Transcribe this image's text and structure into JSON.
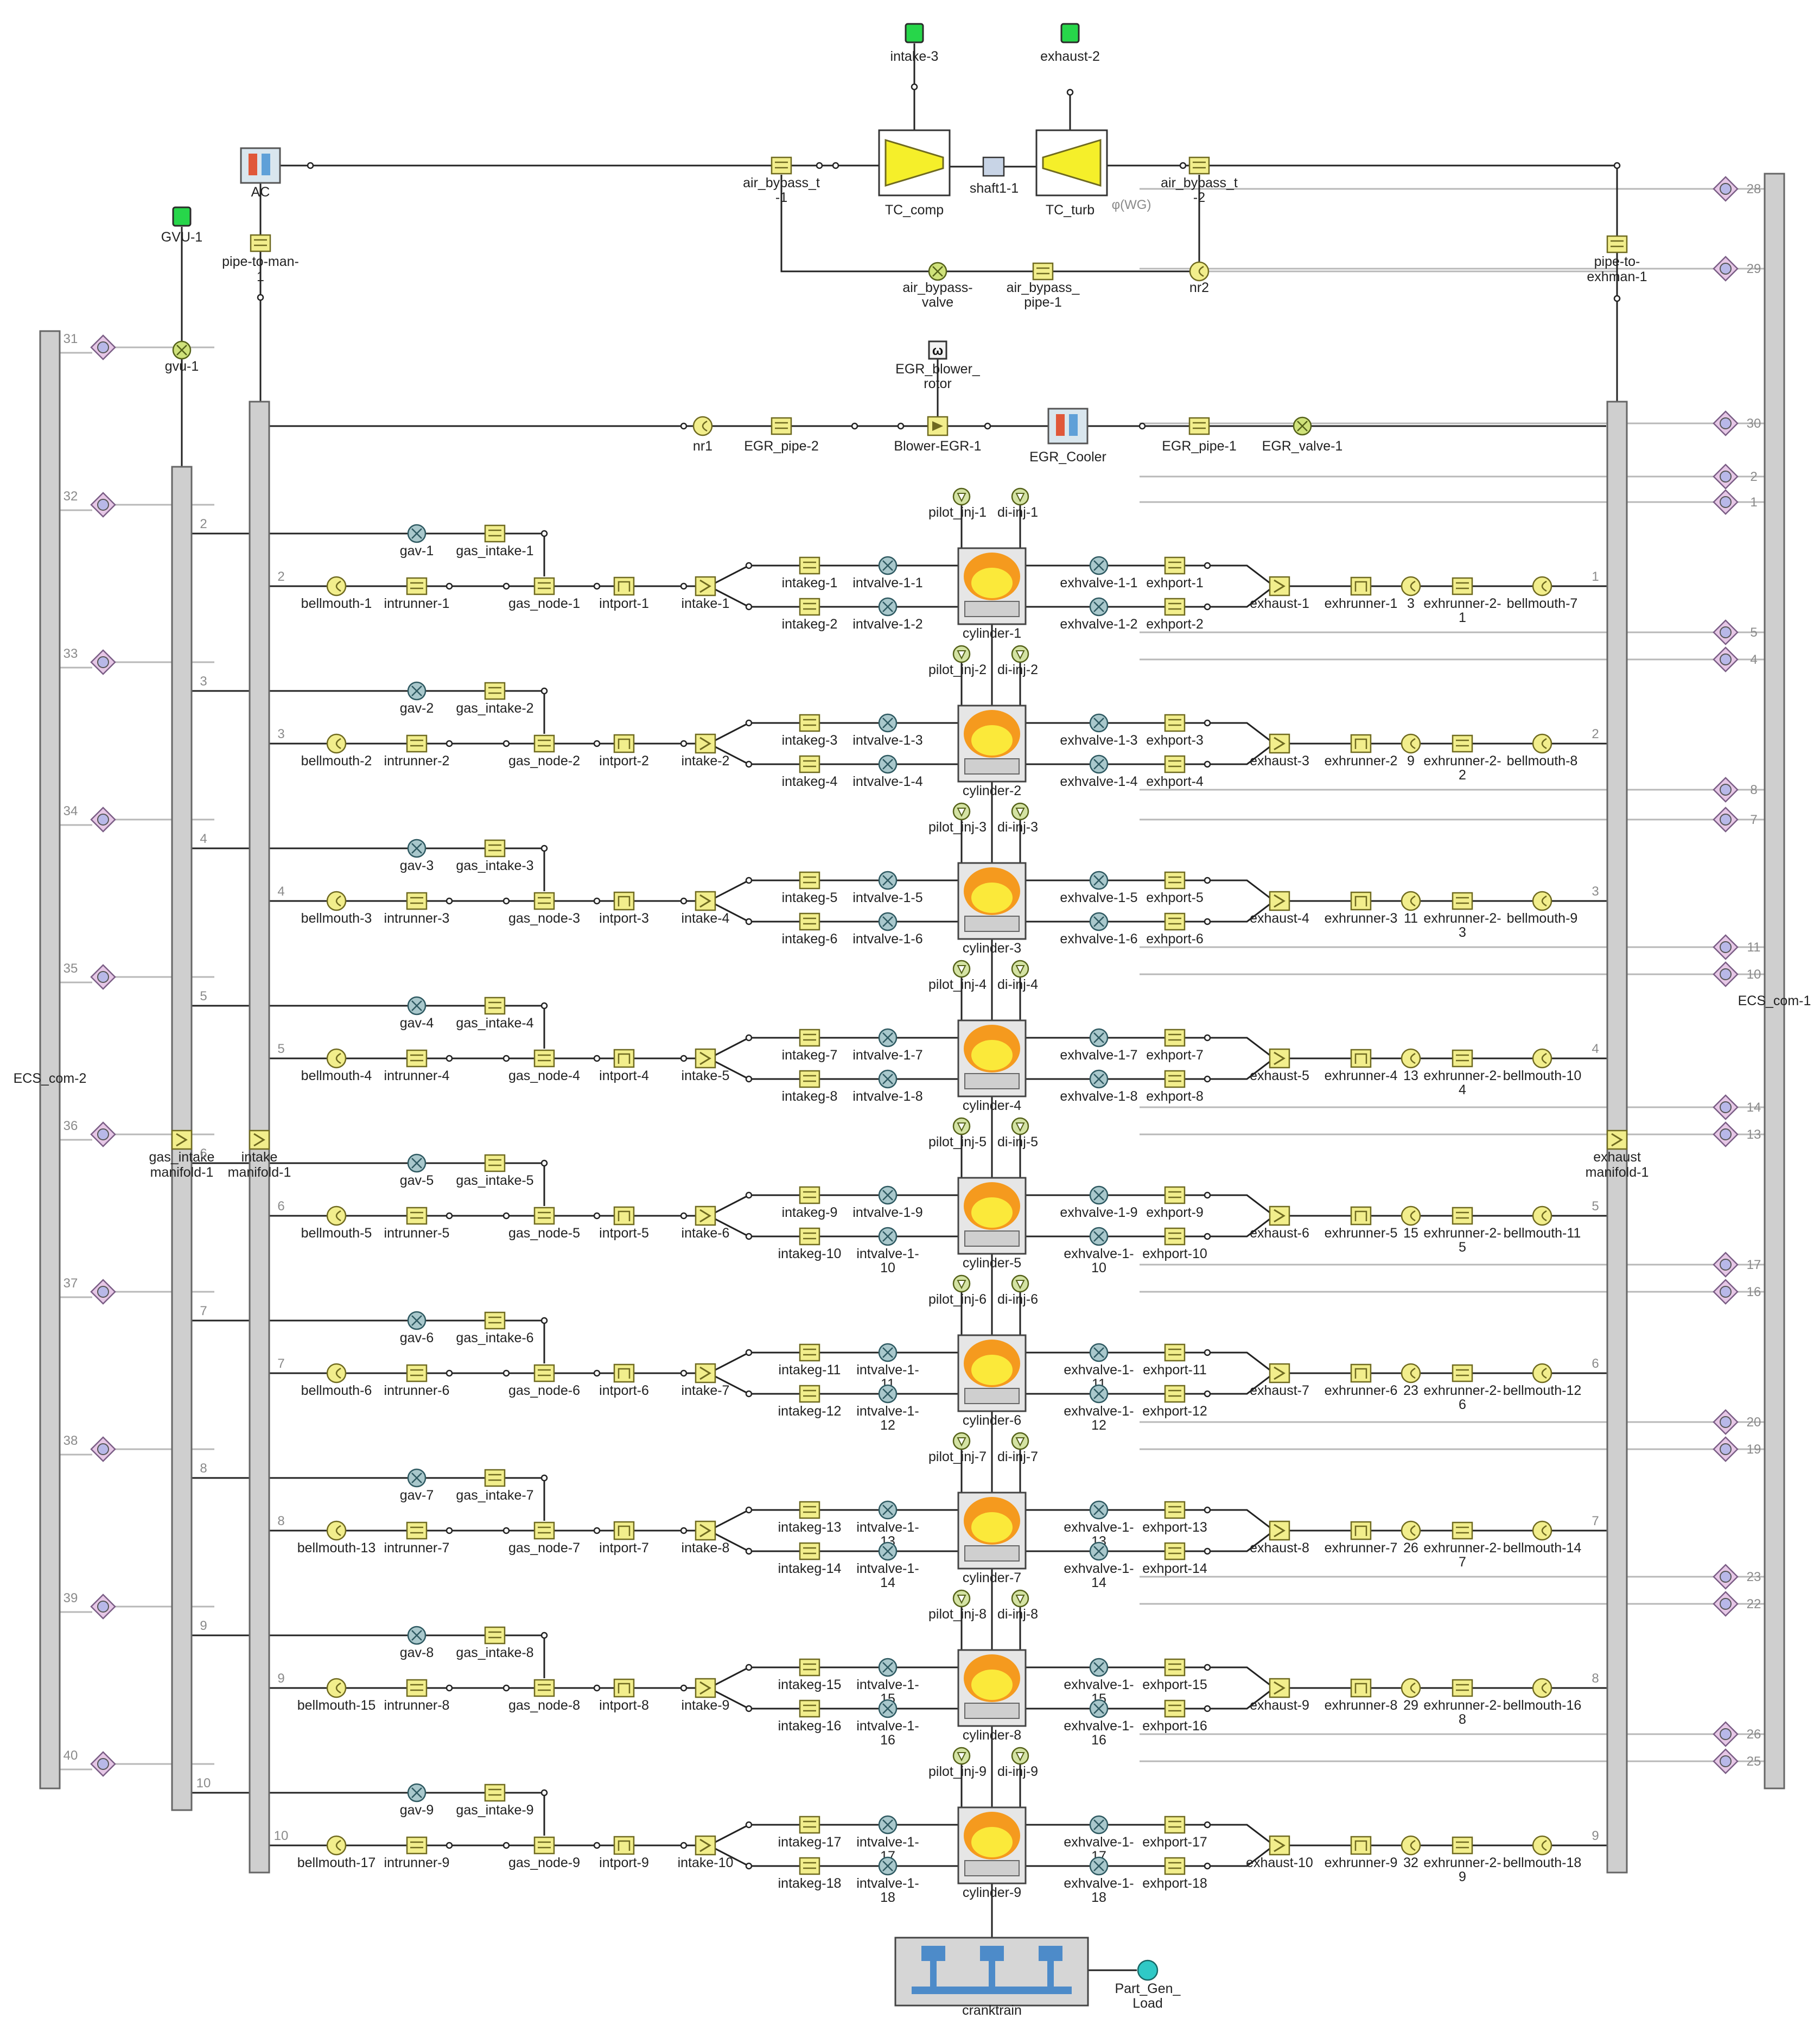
{
  "colors": {
    "component_yellow": "#f2ee8c",
    "component_outline": "#6f6a20",
    "valve_fill": "#a9c8cc",
    "manifold_gray": "#cfcfcf",
    "environment_green": "#27d64a",
    "cylinder_flame": "#f59a1e",
    "ecs_pink": "#e6c7e6",
    "turbo_yellow": "#f5ef2a"
  },
  "top": {
    "intake": "intake-3",
    "exhaust": "exhaust-2",
    "compressor": "TC_comp",
    "shaft": "shaft1-1",
    "turbine": "TC_turb",
    "wg": "φ(WG)",
    "bypass_left_1": "air_bypass_t",
    "bypass_left_2": "-1",
    "bypass_right_1": "air_bypass_t",
    "bypass_right_2": "-2",
    "ac": "AC",
    "gvu": "GVU-1",
    "gvu_valve": "gvu-1",
    "pipe_to_man_1": "pipe-to-man-",
    "pipe_to_man_2": "1",
    "bypass_valve_1": "air_bypass-",
    "bypass_valve_2": "valve",
    "bypass_pipe_1": "air_bypass_",
    "bypass_pipe_2": "pipe-1",
    "nr2": "nr2",
    "pipe_exh_1": "pipe-to-",
    "pipe_exh_2": "exhman-1"
  },
  "egr": {
    "rotor_1": "EGR_blower_",
    "rotor_2": "rotor",
    "nr1": "nr1",
    "pipe2": "EGR_pipe-2",
    "blower": "Blower-EGR-1",
    "cooler": "EGR_Cooler",
    "pipe1": "EGR_pipe-1",
    "valve": "EGR_valve-1"
  },
  "manifolds": {
    "gas_1": "gas_intake",
    "gas_2": "manifold-1",
    "intake_1": "intake",
    "intake_2": "manifold-1",
    "exhaust_1": "exhaust",
    "exhaust_2": "manifold-1",
    "ecs_left": "ECS_com-2",
    "ecs_right": "ECS_com-1"
  },
  "left_ports": [
    "31",
    "32",
    "33",
    "34",
    "35",
    "36",
    "37",
    "38",
    "39",
    "40"
  ],
  "right_ports": [
    "28",
    "29",
    "30",
    "2",
    "1",
    "5",
    "4",
    "8",
    "7",
    "11",
    "10",
    "14",
    "13",
    "17",
    "16",
    "20",
    "19",
    "23",
    "22",
    "26",
    "25"
  ],
  "bottom": {
    "cranktrain": "cranktrain",
    "load_1": "Part_Gen_",
    "load_2": "Load"
  },
  "cylinders": [
    {
      "n": "1",
      "gav": "gav-1",
      "gas_intake": "gas_intake-1",
      "bellmouth": "bellmouth-1",
      "intrunner": "intrunner-1",
      "gas_node": "gas_node-1",
      "intport": "intport-1",
      "intake": "intake-1",
      "intake_a": "intakeg-1",
      "intake_b": "intakeg-2",
      "intvalve_a1": "intvalve-1-1",
      "intvalve_a2": "",
      "intvalve_b1": "intvalve-1-2",
      "intvalve_b2": "",
      "pilot": "pilot_inj-1",
      "di": "di-inj-1",
      "cylinder": "cylinder-1",
      "exhvalve_a1": "exhvalve-1-1",
      "exhvalve_a2": "",
      "exhvalve_b1": "exhvalve-1-2",
      "exhvalve_b2": "",
      "exhport_a": "exhport-1",
      "exhport_b": "exhport-2",
      "exhaust": "exhaust-1",
      "exhrunner": "exhrunner-1",
      "node": "3",
      "exhrunner2_1": "exhrunner-2-",
      "exhrunner2_2": "1",
      "bellmouth_out": "bellmouth-7",
      "mport": "2",
      "export": "1"
    },
    {
      "n": "2",
      "gav": "gav-2",
      "gas_intake": "gas_intake-2",
      "bellmouth": "bellmouth-2",
      "intrunner": "intrunner-2",
      "gas_node": "gas_node-2",
      "intport": "intport-2",
      "intake": "intake-2",
      "intake_a": "intakeg-3",
      "intake_b": "intakeg-4",
      "intvalve_a1": "intvalve-1-3",
      "intvalve_a2": "",
      "intvalve_b1": "intvalve-1-4",
      "intvalve_b2": "",
      "pilot": "pilot_inj-2",
      "di": "di-inj-2",
      "cylinder": "cylinder-2",
      "exhvalve_a1": "exhvalve-1-3",
      "exhvalve_a2": "",
      "exhvalve_b1": "exhvalve-1-4",
      "exhvalve_b2": "",
      "exhport_a": "exhport-3",
      "exhport_b": "exhport-4",
      "exhaust": "exhaust-3",
      "exhrunner": "exhrunner-2",
      "node": "9",
      "exhrunner2_1": "exhrunner-2-",
      "exhrunner2_2": "2",
      "bellmouth_out": "bellmouth-8",
      "mport": "3",
      "export": "2"
    },
    {
      "n": "3",
      "gav": "gav-3",
      "gas_intake": "gas_intake-3",
      "bellmouth": "bellmouth-3",
      "intrunner": "intrunner-3",
      "gas_node": "gas_node-3",
      "intport": "intport-3",
      "intake": "intake-4",
      "intake_a": "intakeg-5",
      "intake_b": "intakeg-6",
      "intvalve_a1": "intvalve-1-5",
      "intvalve_a2": "",
      "intvalve_b1": "intvalve-1-6",
      "intvalve_b2": "",
      "pilot": "pilot_inj-3",
      "di": "di-inj-3",
      "cylinder": "cylinder-3",
      "exhvalve_a1": "exhvalve-1-5",
      "exhvalve_a2": "",
      "exhvalve_b1": "exhvalve-1-6",
      "exhvalve_b2": "",
      "exhport_a": "exhport-5",
      "exhport_b": "exhport-6",
      "exhaust": "exhaust-4",
      "exhrunner": "exhrunner-3",
      "node": "11",
      "exhrunner2_1": "exhrunner-2-",
      "exhrunner2_2": "3",
      "bellmouth_out": "bellmouth-9",
      "mport": "4",
      "export": "3"
    },
    {
      "n": "4",
      "gav": "gav-4",
      "gas_intake": "gas_intake-4",
      "bellmouth": "bellmouth-4",
      "intrunner": "intrunner-4",
      "gas_node": "gas_node-4",
      "intport": "intport-4",
      "intake": "intake-5",
      "intake_a": "intakeg-7",
      "intake_b": "intakeg-8",
      "intvalve_a1": "intvalve-1-7",
      "intvalve_a2": "",
      "intvalve_b1": "intvalve-1-8",
      "intvalve_b2": "",
      "pilot": "pilot_inj-4",
      "di": "di-inj-4",
      "cylinder": "cylinder-4",
      "exhvalve_a1": "exhvalve-1-7",
      "exhvalve_a2": "",
      "exhvalve_b1": "exhvalve-1-8",
      "exhvalve_b2": "",
      "exhport_a": "exhport-7",
      "exhport_b": "exhport-8",
      "exhaust": "exhaust-5",
      "exhrunner": "exhrunner-4",
      "node": "13",
      "exhrunner2_1": "exhrunner-2-",
      "exhrunner2_2": "4",
      "bellmouth_out": "bellmouth-10",
      "mport": "5",
      "export": "4"
    },
    {
      "n": "5",
      "gav": "gav-5",
      "gas_intake": "gas_intake-5",
      "bellmouth": "bellmouth-5",
      "intrunner": "intrunner-5",
      "gas_node": "gas_node-5",
      "intport": "intport-5",
      "intake": "intake-6",
      "intake_a": "intakeg-9",
      "intake_b": "intakeg-10",
      "intvalve_a1": "intvalve-1-9",
      "intvalve_a2": "",
      "intvalve_b1": "intvalve-1-",
      "intvalve_b2": "10",
      "pilot": "pilot_inj-5",
      "di": "di-inj-5",
      "cylinder": "cylinder-5",
      "exhvalve_a1": "exhvalve-1-9",
      "exhvalve_a2": "",
      "exhvalve_b1": "exhvalve-1-",
      "exhvalve_b2": "10",
      "exhport_a": "exhport-9",
      "exhport_b": "exhport-10",
      "exhaust": "exhaust-6",
      "exhrunner": "exhrunner-5",
      "node": "15",
      "exhrunner2_1": "exhrunner-2-",
      "exhrunner2_2": "5",
      "bellmouth_out": "bellmouth-11",
      "mport": "6",
      "export": "5"
    },
    {
      "n": "6",
      "gav": "gav-6",
      "gas_intake": "gas_intake-6",
      "bellmouth": "bellmouth-6",
      "intrunner": "intrunner-6",
      "gas_node": "gas_node-6",
      "intport": "intport-6",
      "intake": "intake-7",
      "intake_a": "intakeg-11",
      "intake_b": "intakeg-12",
      "intvalve_a1": "intvalve-1-",
      "intvalve_a2": "11",
      "intvalve_b1": "intvalve-1-",
      "intvalve_b2": "12",
      "pilot": "pilot_inj-6",
      "di": "di-inj-6",
      "cylinder": "cylinder-6",
      "exhvalve_a1": "exhvalve-1-",
      "exhvalve_a2": "11",
      "exhvalve_b1": "exhvalve-1-",
      "exhvalve_b2": "12",
      "exhport_a": "exhport-11",
      "exhport_b": "exhport-12",
      "exhaust": "exhaust-7",
      "exhrunner": "exhrunner-6",
      "node": "23",
      "exhrunner2_1": "exhrunner-2-",
      "exhrunner2_2": "6",
      "bellmouth_out": "bellmouth-12",
      "mport": "7",
      "export": "6"
    },
    {
      "n": "7",
      "gav": "gav-7",
      "gas_intake": "gas_intake-7",
      "bellmouth": "bellmouth-13",
      "intrunner": "intrunner-7",
      "gas_node": "gas_node-7",
      "intport": "intport-7",
      "intake": "intake-8",
      "intake_a": "intakeg-13",
      "intake_b": "intakeg-14",
      "intvalve_a1": "intvalve-1-",
      "intvalve_a2": "13",
      "intvalve_b1": "intvalve-1-",
      "intvalve_b2": "14",
      "pilot": "pilot_inj-7",
      "di": "di-inj-7",
      "cylinder": "cylinder-7",
      "exhvalve_a1": "exhvalve-1-",
      "exhvalve_a2": "13",
      "exhvalve_b1": "exhvalve-1-",
      "exhvalve_b2": "14",
      "exhport_a": "exhport-13",
      "exhport_b": "exhport-14",
      "exhaust": "exhaust-8",
      "exhrunner": "exhrunner-7",
      "node": "26",
      "exhrunner2_1": "exhrunner-2-",
      "exhrunner2_2": "7",
      "bellmouth_out": "bellmouth-14",
      "mport": "8",
      "export": "7"
    },
    {
      "n": "8",
      "gav": "gav-8",
      "gas_intake": "gas_intake-8",
      "bellmouth": "bellmouth-15",
      "intrunner": "intrunner-8",
      "gas_node": "gas_node-8",
      "intport": "intport-8",
      "intake": "intake-9",
      "intake_a": "intakeg-15",
      "intake_b": "intakeg-16",
      "intvalve_a1": "intvalve-1-",
      "intvalve_a2": "15",
      "intvalve_b1": "intvalve-1-",
      "intvalve_b2": "16",
      "pilot": "pilot_inj-8",
      "di": "di-inj-8",
      "cylinder": "cylinder-8",
      "exhvalve_a1": "exhvalve-1-",
      "exhvalve_a2": "15",
      "exhvalve_b1": "exhvalve-1-",
      "exhvalve_b2": "16",
      "exhport_a": "exhport-15",
      "exhport_b": "exhport-16",
      "exhaust": "exhaust-9",
      "exhrunner": "exhrunner-8",
      "node": "29",
      "exhrunner2_1": "exhrunner-2-",
      "exhrunner2_2": "8",
      "bellmouth_out": "bellmouth-16",
      "mport": "9",
      "export": "8"
    },
    {
      "n": "9",
      "gav": "gav-9",
      "gas_intake": "gas_intake-9",
      "bellmouth": "bellmouth-17",
      "intrunner": "intrunner-9",
      "gas_node": "gas_node-9",
      "intport": "intport-9",
      "intake": "intake-10",
      "intake_a": "intakeg-17",
      "intake_b": "intakeg-18",
      "intvalve_a1": "intvalve-1-",
      "intvalve_a2": "17",
      "intvalve_b1": "intvalve-1-",
      "intvalve_b2": "18",
      "pilot": "pilot_inj-9",
      "di": "di-inj-9",
      "cylinder": "cylinder-9",
      "exhvalve_a1": "exhvalve-1-",
      "exhvalve_a2": "17",
      "exhvalve_b1": "exhvalve-1-",
      "exhvalve_b2": "18",
      "exhport_a": "exhport-17",
      "exhport_b": "exhport-18",
      "exhaust": "exhaust-10",
      "exhrunner": "exhrunner-9",
      "node": "32",
      "exhrunner2_1": "exhrunner-2-",
      "exhrunner2_2": "9",
      "bellmouth_out": "bellmouth-18",
      "mport": "10",
      "export": "9"
    }
  ]
}
